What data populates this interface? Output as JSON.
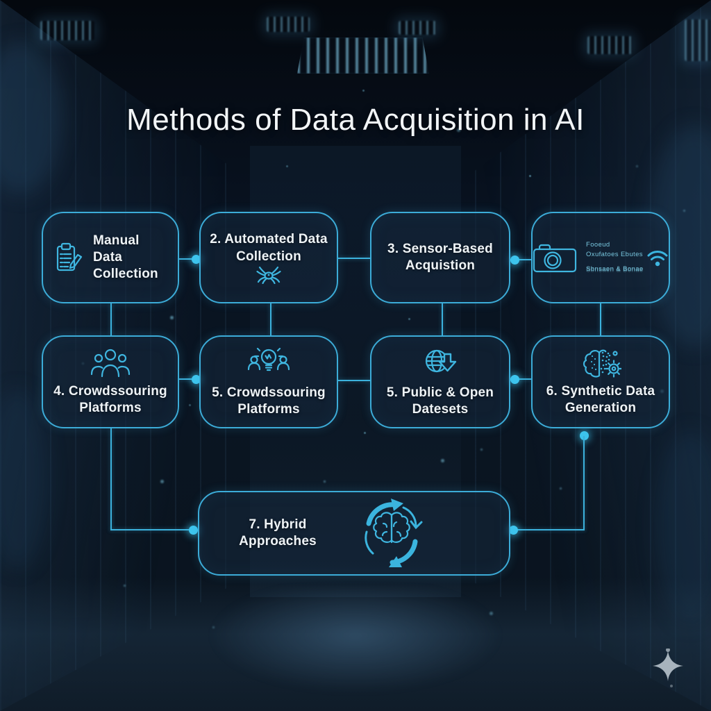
{
  "title": "Methods of Data Acquisition in AI",
  "colors": {
    "accent": "#3fb6e0",
    "box_border": "#3cacd8",
    "text": "#eef3f6"
  },
  "nodes": {
    "manual": {
      "label": "Manual Data Collection",
      "icon": "clipboard-pencil-icon"
    },
    "automated": {
      "label": "2. Automated Data Collection",
      "icon": "spider-crawler-icon"
    },
    "sensor": {
      "label": "3. Sensor-Based Acquistion"
    },
    "devices": {
      "icon": "camera-icon",
      "icon_right": "wifi-icon",
      "line1": "Fooeud",
      "line2": "Oxufatoes Ebutes",
      "line3": "Sbnsaen & Bonae"
    },
    "crowdsourcing4": {
      "label": "4. Crowdssouring Platforms",
      "icon": "people-group-icon"
    },
    "crowdsourcing5": {
      "label": "5. Crowdssouring Platforms",
      "icon": "crowd-lightbulb-icon"
    },
    "public_open": {
      "label": "5. Public & Open Datesets",
      "icon": "globe-download-icon"
    },
    "synthetic": {
      "label": "6. Synthetic Data Generation",
      "icon": "brain-gear-icon"
    },
    "hybrid": {
      "label": "7. Hybrid Approaches",
      "icon": "brain-cycle-icon"
    }
  }
}
